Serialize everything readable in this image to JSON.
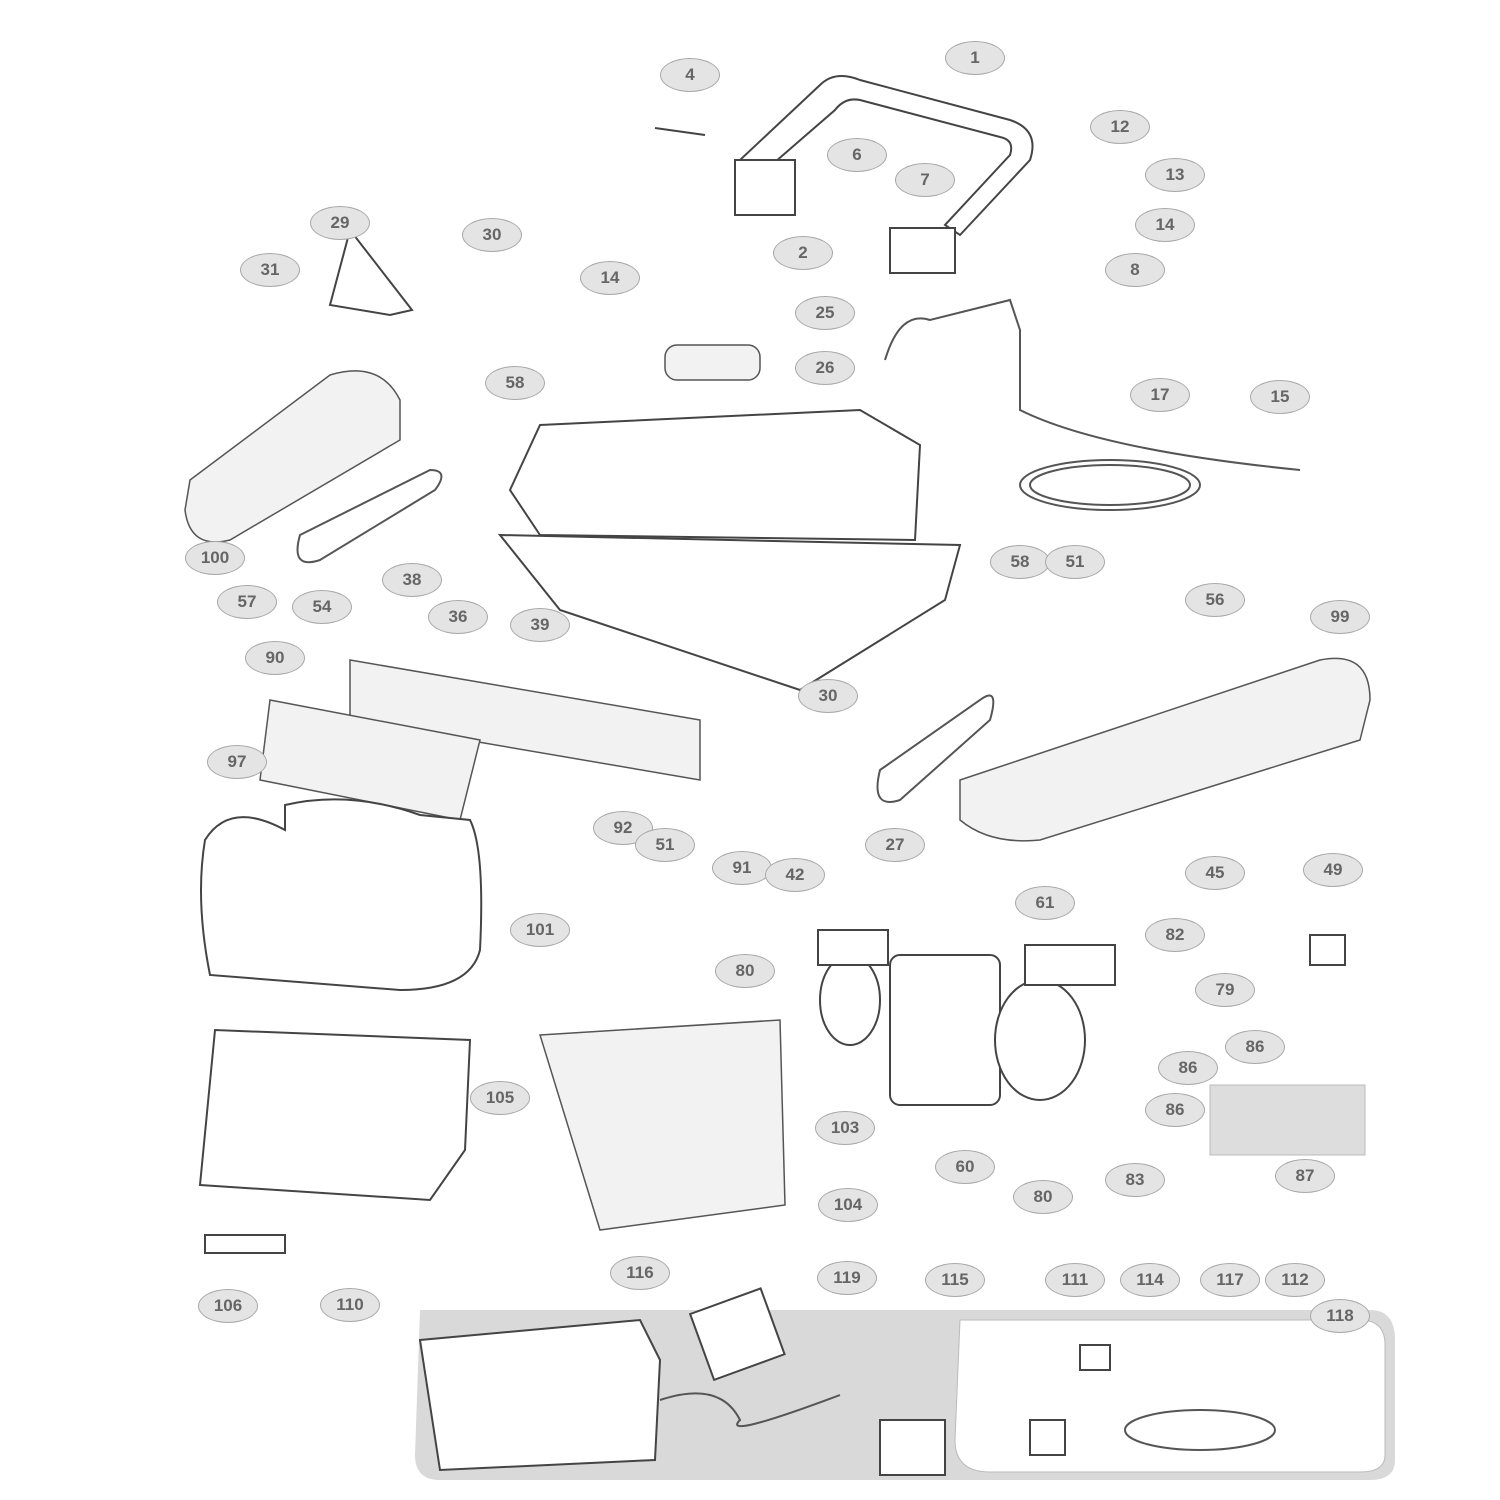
{
  "diagram": {
    "type": "exploded parts diagram",
    "callouts": [
      "1",
      "4",
      "12",
      "6",
      "13",
      "7",
      "14",
      "29",
      "30",
      "2",
      "31",
      "8",
      "14",
      "25",
      "58",
      "26",
      "17",
      "15",
      "100",
      "58",
      "51",
      "56",
      "99",
      "57",
      "54",
      "38",
      "36",
      "39",
      "90",
      "30",
      "97",
      "92",
      "51",
      "91",
      "42",
      "45",
      "49",
      "27",
      "61",
      "101",
      "82",
      "80",
      "79",
      "86",
      "86",
      "86",
      "105",
      "103",
      "60",
      "80",
      "83",
      "87",
      "104",
      "116",
      "119",
      "115",
      "111",
      "114",
      "117",
      "112",
      "118",
      "110",
      "106"
    ]
  },
  "colors": {
    "callout_fill": "#e4e4e4",
    "callout_border": "#a8a8a8",
    "callout_text": "#666666",
    "kit_background": "#d9d9d9",
    "line": "#444444"
  }
}
